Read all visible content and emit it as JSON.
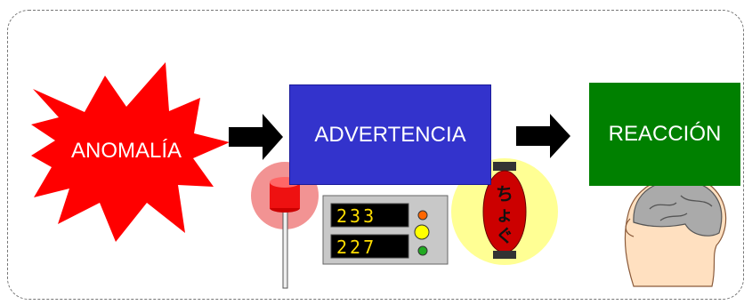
{
  "labels": {
    "anomalia": "ANOMALÍA",
    "advertencia": "ADVERTENCIA",
    "reaccion": "REACCIÓN"
  },
  "meter": {
    "display_top": "233",
    "display_bottom": "227"
  },
  "colors": {
    "starburst": "#ff0000",
    "advertencia_box": "#3333cc",
    "reaccion_box": "#008000",
    "arrow": "#000000",
    "lantern": "#cc0000"
  },
  "icons": [
    "starburst-shape",
    "arrow-right-icon",
    "warning-lamp-icon",
    "meter-panel-icon",
    "lantern-icon",
    "head-brain-icon"
  ]
}
